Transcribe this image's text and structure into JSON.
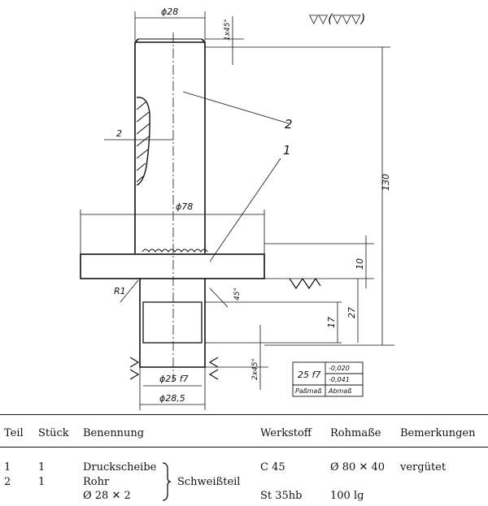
{
  "drawing": {
    "surface_symbol": "▽▽(▽▽▽)",
    "chamfer_top": "1x45°",
    "dia_tube_top": "ϕ28",
    "wall_thickness": "2",
    "item_2": "2",
    "item_1": "1",
    "dia_disc": "ϕ78",
    "length_total": "130",
    "disc_thickness": "10",
    "radius": "R1",
    "angle_45": "45°",
    "length_27": "27",
    "length_17": "17",
    "chamfer_bottom": "2x45°",
    "fit_dia": "ϕ25 f7",
    "dia_285": "ϕ28,5",
    "tolerance": {
      "fit": "25 f7",
      "upper": "-0,020",
      "lower": "-0,041",
      "col1": "Paßmaß",
      "col2": "Abmaß"
    }
  },
  "parts_table": {
    "headers": [
      "Teil",
      "Stück",
      "Benennung",
      "Werkstoff",
      "Rohmaße",
      "Bemerkungen"
    ],
    "rows": [
      {
        "teil": "1",
        "stueck": "1",
        "benennung": "Druckscheibe",
        "werkstoff": "C 45",
        "rohmasse": "Ø 80 ✕ 40",
        "bemerkungen": "vergütet"
      },
      {
        "teil": "2",
        "stueck": "1",
        "benennung": "Rohr",
        "werkstoff": "St 35hb",
        "rohmasse": "100 lg",
        "bemerkungen": ""
      }
    ],
    "rohr_dims": "Ø 28 ✕ 2",
    "group_label": "Schweißteil"
  }
}
